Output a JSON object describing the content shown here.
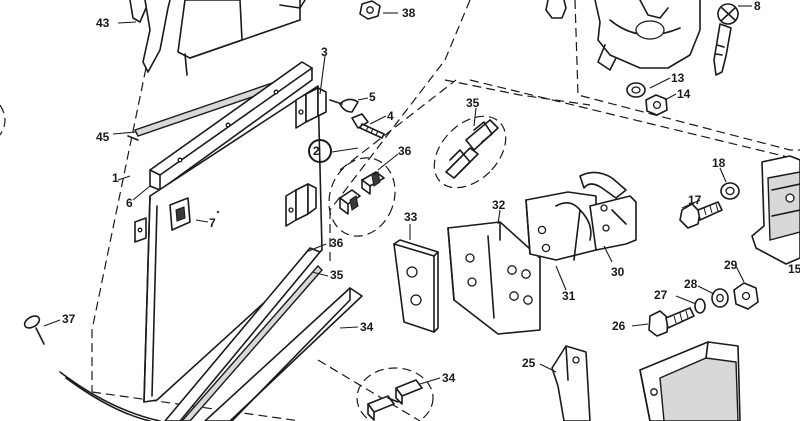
{
  "diagram": {
    "callouts": [
      {
        "id": "c43",
        "label": "43"
      },
      {
        "id": "c38",
        "label": "38"
      },
      {
        "id": "c8",
        "label": "8"
      },
      {
        "id": "c3",
        "label": "3"
      },
      {
        "id": "c5",
        "label": "5"
      },
      {
        "id": "c4",
        "label": "4"
      },
      {
        "id": "c13",
        "label": "13"
      },
      {
        "id": "c14",
        "label": "14"
      },
      {
        "id": "c35a",
        "label": "35"
      },
      {
        "id": "c45",
        "label": "45"
      },
      {
        "id": "c2",
        "label": "2"
      },
      {
        "id": "c36a",
        "label": "36"
      },
      {
        "id": "c1",
        "label": "1"
      },
      {
        "id": "c6",
        "label": "6"
      },
      {
        "id": "c7",
        "label": "7"
      },
      {
        "id": "c18",
        "label": "18"
      },
      {
        "id": "c17",
        "label": "17"
      },
      {
        "id": "c15",
        "label": "15"
      },
      {
        "id": "c33",
        "label": "33"
      },
      {
        "id": "c32",
        "label": "32"
      },
      {
        "id": "c30",
        "label": "30"
      },
      {
        "id": "c31",
        "label": "31"
      },
      {
        "id": "c36b",
        "label": "36"
      },
      {
        "id": "c35b",
        "label": "35"
      },
      {
        "id": "c28",
        "label": "28"
      },
      {
        "id": "c29",
        "label": "29"
      },
      {
        "id": "c27",
        "label": "27"
      },
      {
        "id": "c26",
        "label": "26"
      },
      {
        "id": "c37",
        "label": "37"
      },
      {
        "id": "c34a",
        "label": "34"
      },
      {
        "id": "c34b",
        "label": "34"
      },
      {
        "id": "c25",
        "label": "25"
      }
    ]
  }
}
